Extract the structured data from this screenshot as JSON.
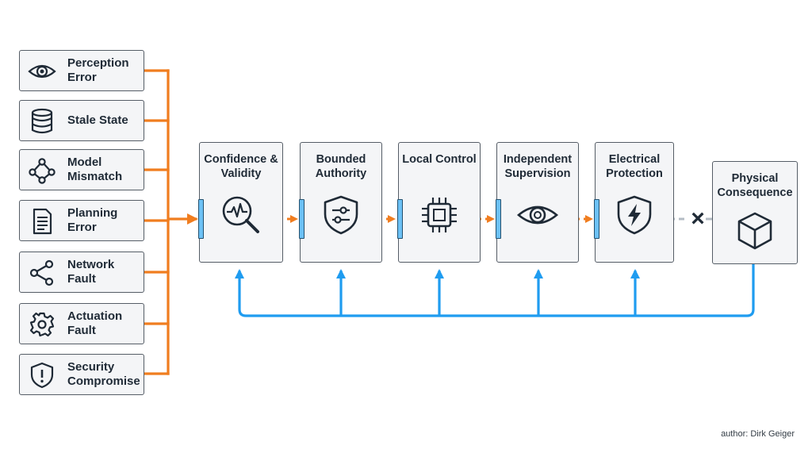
{
  "faults": [
    {
      "label": "Perception Error",
      "icon": "eye-icon"
    },
    {
      "label": "Stale State",
      "icon": "database-icon"
    },
    {
      "label": "Model Mismatch",
      "icon": "graph-nodes-icon"
    },
    {
      "label": "Planning Error",
      "icon": "document-icon"
    },
    {
      "label": "Network Fault",
      "icon": "share-nodes-icon"
    },
    {
      "label": "Actuation Fault",
      "icon": "gear-icon"
    },
    {
      "label": "Security Compromise",
      "icon": "shield-alert-icon"
    }
  ],
  "stages": [
    {
      "label": "Confidence & Validity",
      "icon": "magnifier-pulse-icon"
    },
    {
      "label": "Bounded Authority",
      "icon": "shield-sliders-icon"
    },
    {
      "label": "Local Control",
      "icon": "chip-icon"
    },
    {
      "label": "Independent Supervision",
      "icon": "eye-icon"
    },
    {
      "label": "Electrical Protection",
      "icon": "shield-bolt-icon"
    }
  ],
  "consequence": {
    "label": "Physical Consequence",
    "icon": "cube-icon"
  },
  "blocked_marker": "×",
  "author": "author: Dirk Geiger",
  "colors": {
    "fault_path": "#f07d1f",
    "feedback": "#1f9cf0",
    "blocked": "#b4bcc4",
    "gate": "#6cc1f5",
    "box_fill": "#f4f5f7",
    "box_border": "#555d66"
  }
}
